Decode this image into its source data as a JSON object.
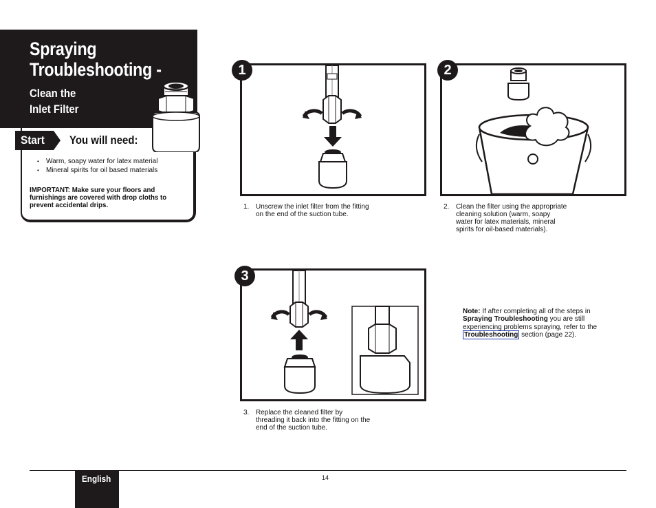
{
  "header": {
    "title_line1": "Spraying",
    "title_line2": "Troubleshooting -",
    "subtitle_line1": "Clean the",
    "subtitle_line2": "Inlet Filter"
  },
  "requirements": {
    "start_label": "Start",
    "title": "You will need:",
    "items": [
      "Warm, soapy water for latex material",
      "Mineral spirits for oil based materials"
    ],
    "important": "IMPORTANT:  Make sure your floors and furnishings are covered with drop cloths to prevent accidental drips."
  },
  "steps": [
    {
      "num": "1",
      "caption_num": "1.",
      "caption_lines": [
        "Unscrew the inlet filter from the fitting",
        "on the end of the suction tube."
      ]
    },
    {
      "num": "2",
      "caption_num": "2.",
      "caption_lines": [
        "Clean the filter using the appropriate",
        "cleaning solution (warm, soapy",
        "water for latex materials, mineral",
        "spirits for oil-based materials)."
      ]
    },
    {
      "num": "3",
      "caption_num": "3.",
      "caption_lines": [
        "Replace the cleaned filter by",
        "threading it back into the fitting on the",
        "end of the suction tube."
      ]
    }
  ],
  "note": {
    "label": "Note:",
    "text1": " If after completing all of the steps in ",
    "bold1": "Spraying Troubleshooting",
    "text2": " you are still experiencing problems spraying, refer to the ",
    "link": "Troubleshooting",
    "text3": " section (page 22)."
  },
  "footer": {
    "language": "English",
    "page_number": "14"
  },
  "colors": {
    "dark": "#1e1a1b",
    "link_border": "#1a33a8"
  }
}
